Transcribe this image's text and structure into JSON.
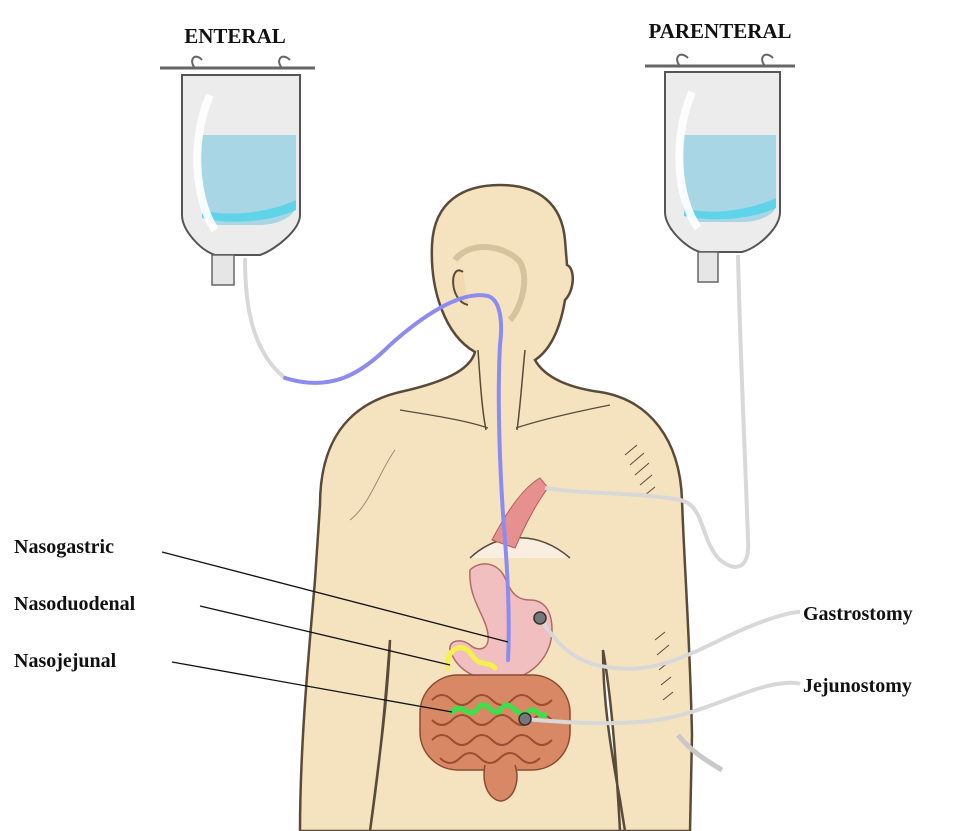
{
  "titles": {
    "enteral": "ENTERAL",
    "parenteral": "PARENTERAL"
  },
  "labels": {
    "nasogastric": "Nasogastric",
    "nasoduodenal": "Nasoduodenal",
    "nasojejunal": "Nasojejunal",
    "gastrostomy": "Gastrostomy",
    "jejunostomy": "Jejunostomy"
  },
  "colors": {
    "skin": "#f5e3c0",
    "skin_outline": "#5a4a3a",
    "bag": "#ececec",
    "fluid": "#a9d6e5",
    "fluid_bright": "#5fd3e8",
    "nasal_tube": "#8c8cf0",
    "tube": "#d8d8d8",
    "stomach": "#f2bfc0",
    "intestine": "#d98865",
    "esophagus": "#e69090",
    "nasoduodenal_marker": "#f5f04a",
    "nasojejunal_marker": "#3be04a"
  }
}
